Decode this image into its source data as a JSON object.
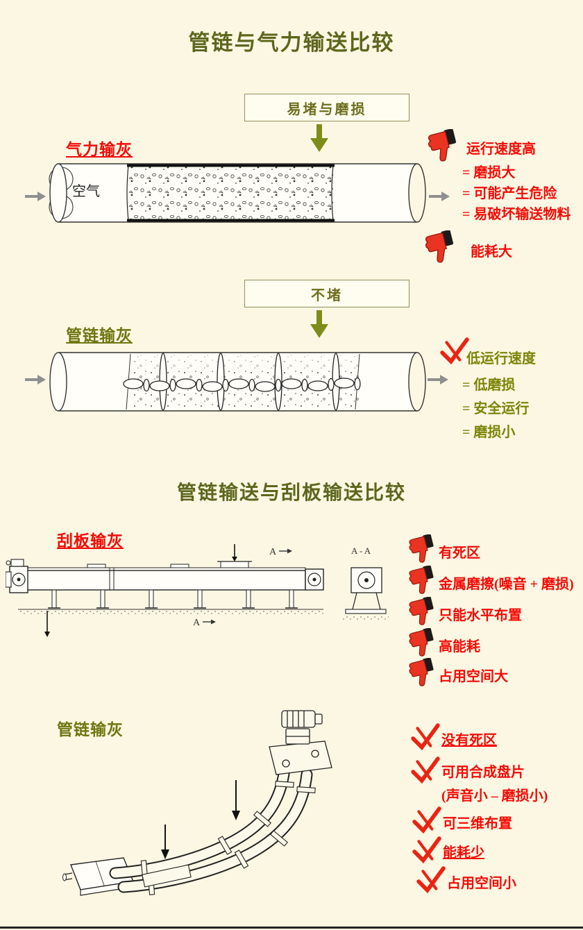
{
  "page": {
    "title1": "管链与气力输送比较",
    "title2": "管链输送与刮板输送比较"
  },
  "pneumatic": {
    "callout": "易堵与磨损",
    "label": "气力输灰",
    "pipe_label": "空气",
    "cons": [
      "运行速度高",
      "= 磨损大",
      "= 可能产生危险",
      "= 易破坏输送物料"
    ],
    "cons_energy": "能耗大"
  },
  "pipechain_top": {
    "callout": "不堵",
    "label": "管链输灰",
    "pros": [
      "低运行速度",
      "= 低磨损",
      "= 安全运行",
      "= 磨损小"
    ]
  },
  "scraper": {
    "label": "刮板输灰",
    "section_view_label": "A - A",
    "cut_label": "A",
    "cons": [
      "有死区",
      "金属磨擦(噪音 + 磨损)",
      "只能水平布置",
      "高能耗",
      "占用空间大"
    ]
  },
  "pipechain_bottom": {
    "label": "管链输灰",
    "pros": [
      "没有死区",
      "可用合成盘片",
      "(声音小 – 磨损小)",
      "可三维布置",
      "能耗少",
      "占用空间小"
    ]
  },
  "colors": {
    "background": "#fcf7e3",
    "title_olive": "#5d661c",
    "red": "#f40b06",
    "olive_text": "#7c8406",
    "arrow_olive": "#7e8c1a",
    "arrow_gray": "#8f8f8f"
  }
}
